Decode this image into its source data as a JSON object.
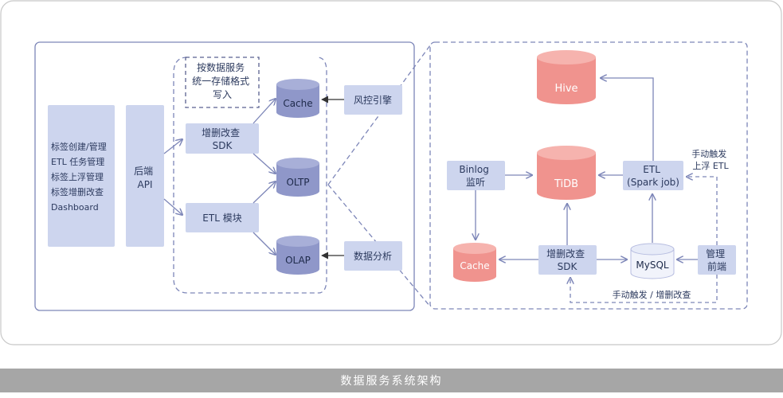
{
  "colors": {
    "box_fill": "#cdd5ee",
    "cylinder_blue": "#8f97c9",
    "cylinder_red": "#f0938e",
    "cylinder_light": "#e7ebf8",
    "line": "#7d86b8"
  },
  "left_panel": {
    "menu": [
      "标签创建/管理",
      "ETL 任务管理",
      "标签上浮管理",
      "标签增删改查",
      "Dashboard"
    ],
    "backend_api": [
      "后端",
      "API"
    ],
    "unified_storage_note": [
      "按数据服务",
      "统一存储格式",
      "写入"
    ],
    "crud_sdk": [
      "增删改查",
      "SDK"
    ],
    "etl_module": [
      "ETL 模块"
    ],
    "db_cache": "Cache",
    "db_oltp": "OLTP",
    "db_olap": "OLAP",
    "risk_engine": [
      "风控引擎"
    ],
    "data_analysis": [
      "数据分析"
    ]
  },
  "right_panel": {
    "hive": "Hive",
    "tidb": "TiDB",
    "cache": "Cache",
    "mysql": "MySQL",
    "binlog": [
      "Binlog",
      "监听"
    ],
    "etl_spark": [
      "ETL",
      "(Spark job)"
    ],
    "crud_sdk": [
      "增删改查",
      "SDK"
    ],
    "admin_frontend": [
      "管理",
      "前端"
    ],
    "manual_trigger_etl": [
      "手动触发",
      "上浮 ETL"
    ],
    "manual_trigger_crud": "手动触发 / 增删改查"
  },
  "caption": "数据服务系统架构"
}
